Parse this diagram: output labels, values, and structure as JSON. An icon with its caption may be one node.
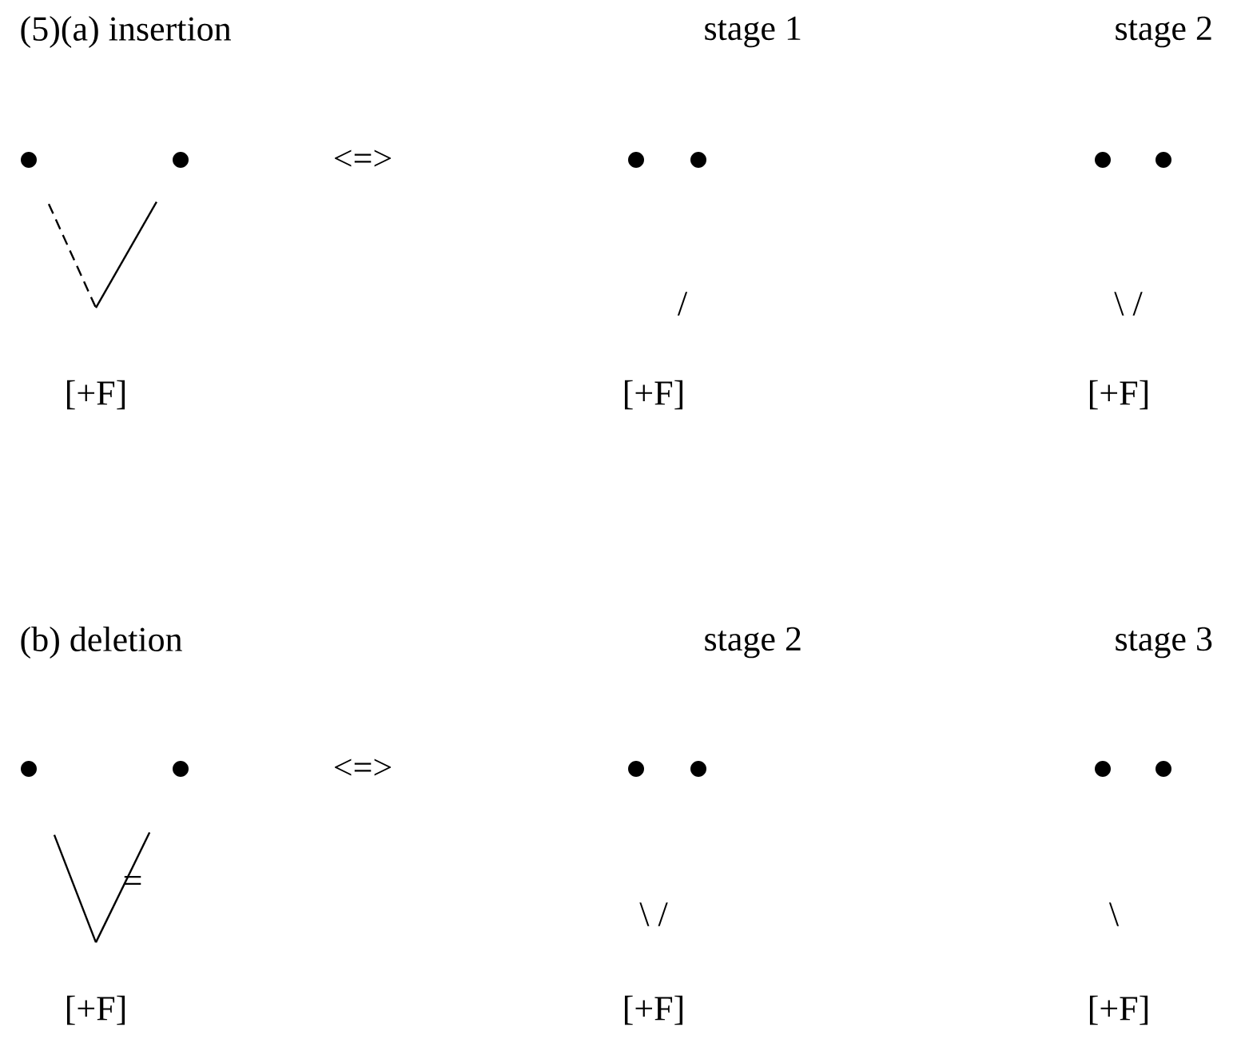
{
  "diagram": {
    "nodes": [
      {
        "text": [],
        "shape": "circle"
      },
      {
        "text": [],
        "shape": "circle"
      },
      {
        "text": [],
        "shape": "circle"
      },
      {
        "text": [],
        "shape": "circle"
      },
      {
        "text": [],
        "shape": "circle"
      },
      {
        "text": [],
        "shape": "circle"
      },
      {
        "text": [
          "[+F]"
        ]
      },
      {
        "text": [
          "[+F]"
        ]
      },
      {
        "text": [
          "[+F]"
        ]
      },
      {
        "text": [],
        "shape": "circle"
      },
      {
        "text": [],
        "shape": "circle"
      },
      {
        "text": [],
        "shape": "circle"
      },
      {
        "text": [],
        "shape": "circle"
      },
      {
        "text": [],
        "shape": "circle"
      },
      {
        "text": [],
        "shape": "circle"
      },
      {
        "text": [
          "[+F]"
        ]
      },
      {
        "text": [
          "[+F]"
        ]
      },
      {
        "text": [
          "[+F]"
        ]
      }
    ],
    "edges": [
      {
        "from": 0,
        "to": 6,
        "arrow": "none",
        "style": "dashed"
      },
      {
        "from": 1,
        "to": 6,
        "arrow": "none"
      },
      {
        "from": 9,
        "to": 15,
        "arrow": "none"
      },
      {
        "from": 10,
        "to": 15,
        "arrow": "none",
        "label": "="
      }
    ],
    "labels": [
      "(5)(a) insertion",
      "stage 1",
      "stage 2",
      "<=>",
      "/",
      "\\ /",
      "(b) deletion",
      "stage 2",
      "stage 3",
      "<=>",
      "\\ /",
      "\\"
    ]
  }
}
